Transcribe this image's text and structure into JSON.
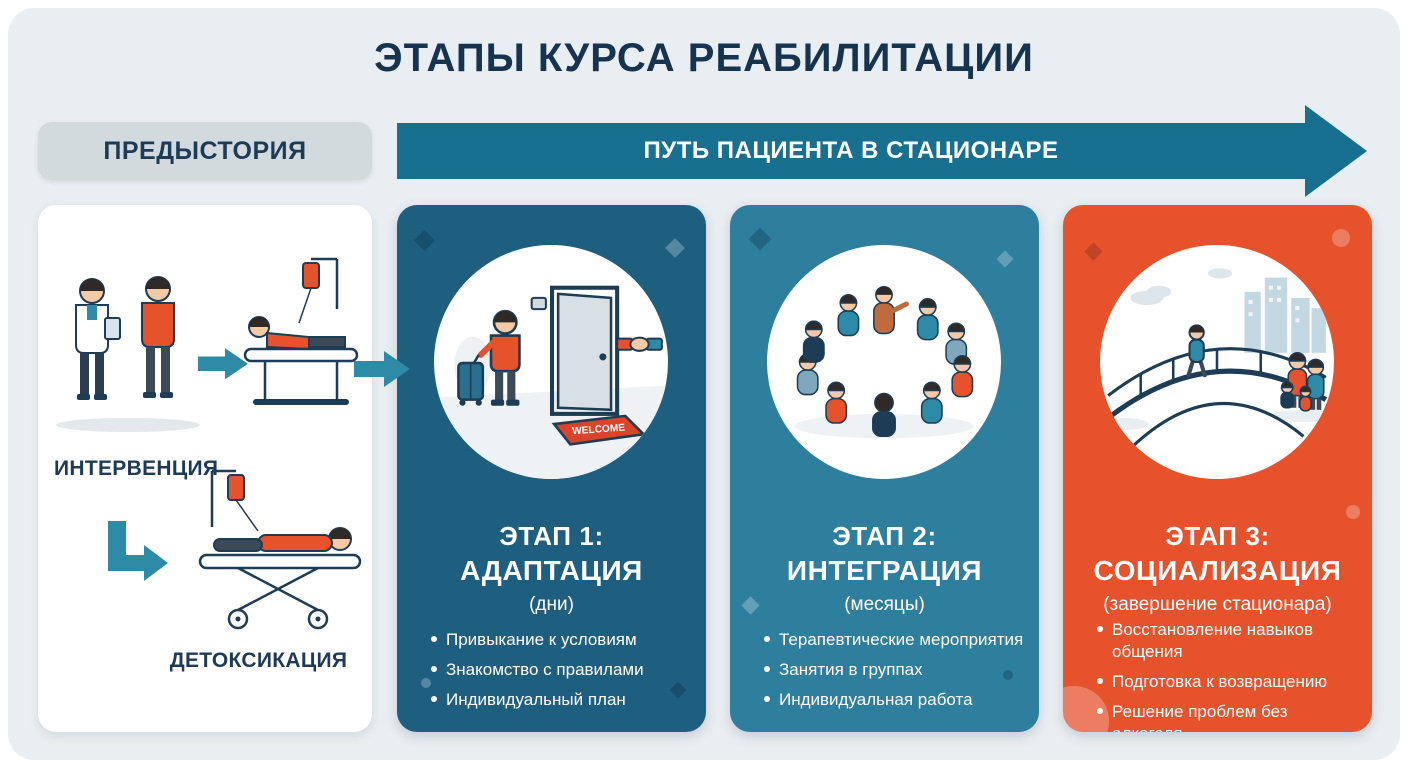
{
  "page": {
    "title": "ЭТАПЫ КУРСА РЕАБИЛИТАЦИИ"
  },
  "header": {
    "prehistory_label": "ПРЕДЫСТОРИЯ",
    "path_banner": "ПУТЬ ПАЦИЕНТА В СТАЦИОНАРЕ"
  },
  "prehistory": {
    "intervention_label": "ИНТЕРВЕНЦИЯ",
    "detox_label": "ДЕТОКСИКАЦИЯ"
  },
  "stages": [
    {
      "stage_label": "ЭТАП 1:",
      "name": "АДАПТАЦИЯ",
      "duration": "(дни)",
      "bullets": [
        "Привыкание к условиям",
        "Знакомство с правилами",
        "Индивидуальный план"
      ],
      "color": "#1e5f80",
      "illustration": "arrival-at-door",
      "welcome_mat_text": "WELCOME"
    },
    {
      "stage_label": "ЭТАП 2:",
      "name": "ИНТЕГРАЦИЯ",
      "duration": "(месяцы)",
      "bullets": [
        "Терапевтические мероприятия",
        "Занятия в группах",
        "Индивидуальная работа"
      ],
      "color": "#2e7e9e",
      "illustration": "group-therapy-circle"
    },
    {
      "stage_label": "ЭТАП 3:",
      "name": "СОЦИАЛИЗАЦИЯ",
      "duration": "(завершение стационара)",
      "bullets": [
        "Восстановление навыков общения",
        "Подготовка к возвращению",
        "Решение проблем без алкоголя"
      ],
      "color": "#e6522c",
      "illustration": "bridge-to-society"
    }
  ],
  "colors": {
    "background": "#e9eef2",
    "title_text": "#16334f",
    "banner": "#17708f",
    "pill_bg": "#d3dade",
    "pill_text": "#1d3b57",
    "accent_teal": "#2e8ba8",
    "accent_orange": "#e6522c",
    "card_text": "#ffffff"
  }
}
